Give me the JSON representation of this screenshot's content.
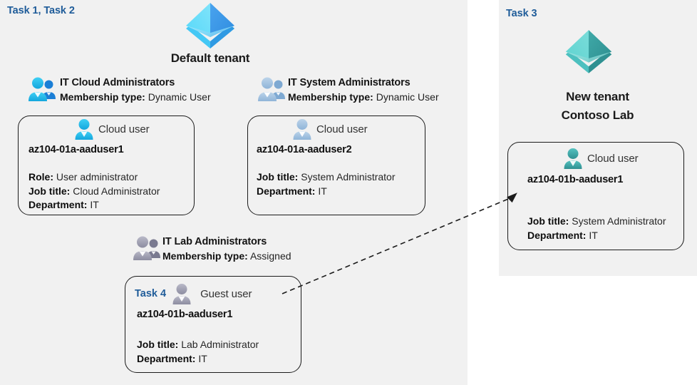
{
  "panels": {
    "left": {
      "task_label": "Task 1, Task 2"
    },
    "right": {
      "task_label": "Task 3"
    }
  },
  "tenants": [
    {
      "id": "default-tenant",
      "title": "Default tenant",
      "icon": "azure-ad-tenant-icon",
      "color": "#3ec3f0"
    },
    {
      "id": "new-tenant",
      "title_line1": "New  tenant",
      "title_line2": "Contoso Lab",
      "icon": "azure-ad-tenant-icon",
      "color": "#46b8b8"
    }
  ],
  "groups": [
    {
      "id": "it-cloud-administrators",
      "name": "IT Cloud Administrators",
      "membership_label": "Membership type:",
      "membership_value": "Dynamic User",
      "icon": "group-users-icon",
      "icon_color": "#29b6e8"
    },
    {
      "id": "it-system-administrators",
      "name": "IT System Administrators",
      "membership_label": "Membership type:",
      "membership_value": "Dynamic User",
      "icon": "group-users-icon",
      "icon_color": "#a8c4e0"
    },
    {
      "id": "it-lab-administrators",
      "name": "IT Lab Administrators",
      "membership_label": "Membership type:",
      "membership_value": "Assigned",
      "icon": "group-users-icon",
      "icon_color": "#9c9cb0"
    }
  ],
  "users": [
    {
      "id": "az104-01a-aaduser1",
      "user_type": "Cloud user",
      "icon": "cloud-user-icon",
      "icon_color": "#29b6e8",
      "name": "az104-01a-aaduser1",
      "task_inline": null,
      "attrs": [
        {
          "label": "Role:",
          "value": "User administrator"
        },
        {
          "label": "Job title:",
          "value": "Cloud Administrator"
        },
        {
          "label": "Department:",
          "value": "IT"
        }
      ]
    },
    {
      "id": "az104-01a-aaduser2",
      "user_type": "Cloud user",
      "icon": "cloud-user-icon",
      "icon_color": "#a8c4e0",
      "name": "az104-01a-aaduser2",
      "task_inline": null,
      "attrs": [
        {
          "label": "Job title:",
          "value": "System Administrator"
        },
        {
          "label": "Department:",
          "value": "IT"
        }
      ]
    },
    {
      "id": "az104-01b-aaduser1-guest",
      "user_type": "Guest user",
      "icon": "guest-user-icon",
      "icon_color": "#9c9cb0",
      "name": "az104-01b-aaduser1",
      "task_inline": "Task 4",
      "attrs": [
        {
          "label": "Job title:",
          "value": "Lab Administrator"
        },
        {
          "label": "Department:",
          "value": "IT"
        }
      ]
    },
    {
      "id": "az104-01b-aaduser1-cloud",
      "user_type": "Cloud user",
      "icon": "cloud-user-icon",
      "icon_color": "#3ba8a8",
      "name": "az104-01b-aaduser1",
      "task_inline": null,
      "attrs": [
        {
          "label": "Job title:",
          "value": "System Administrator"
        },
        {
          "label": "Department:",
          "value": "IT"
        }
      ]
    }
  ],
  "connector": {
    "id": "guest-to-cloud-user-arrow",
    "style": "dashed",
    "color": "#1b1b1b",
    "from": "az104-01b-aaduser1-guest",
    "to": "az104-01b-aaduser1-cloud"
  },
  "colors": {
    "panel_background": "#f1f1f1",
    "page_background": "#ffffff",
    "task_accent": "#1f5c99",
    "card_border": "#1b1b1b",
    "text": "#1a1a1a"
  }
}
